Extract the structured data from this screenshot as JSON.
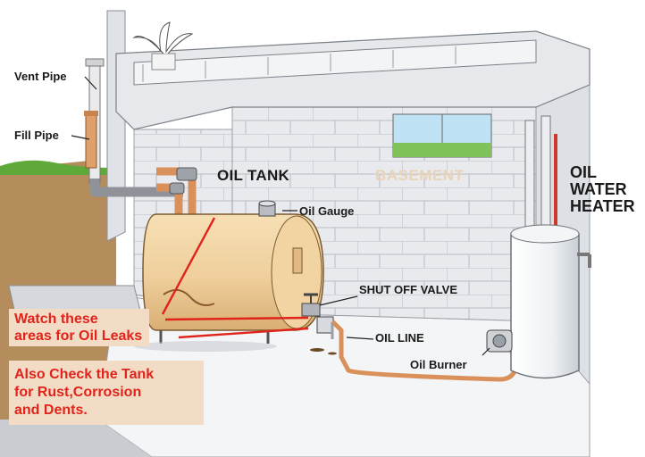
{
  "labels": {
    "vent_pipe": "Vent Pipe",
    "fill_pipe": "Fill Pipe",
    "oil_tank": "OIL TANK",
    "basement": "BASEMENT",
    "oil_gauge": "Oil Gauge",
    "heater_line1": "OIL",
    "heater_line2": "WATER",
    "heater_line3": "HEATER",
    "shut_off_valve": "SHUT OFF VALVE",
    "oil_line": "OIL LINE",
    "oil_burner": "Oil Burner"
  },
  "callouts": {
    "leaks_line1": "Watch these",
    "leaks_line2": "areas for Oil Leaks",
    "check_line1": "Also Check the Tank",
    "check_line2": "for Rust,Corrosion",
    "check_line3": "and Dents."
  },
  "colors": {
    "callout_text": "#e0241b",
    "callout_bg": "#f3dcc6",
    "tank": "#f0d2a0",
    "pipe": "#d9905a",
    "wall": "#e7e9ec",
    "ground": "#b58c5c",
    "grass": "#5fa83a"
  }
}
